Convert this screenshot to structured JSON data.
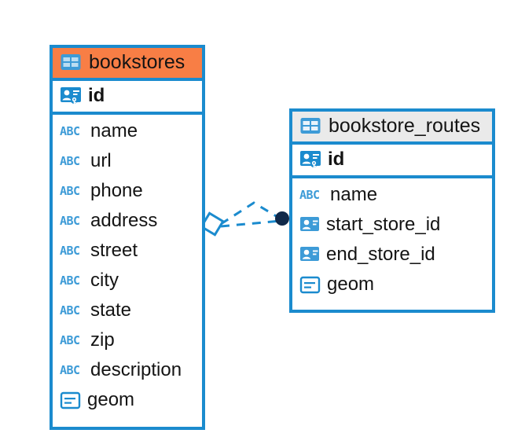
{
  "diagram": {
    "type": "entity-relationship-diagram",
    "background_color": "#FFFFFF",
    "accent_color": "#1B8BCE",
    "highlight_color": "#F87E45",
    "header_gray": "#EAEAEA",
    "icon_blue": "#3D9BD7"
  },
  "entities": [
    {
      "id": "bookstores",
      "title": "bookstores",
      "header_style": "accent-orange",
      "table_icon": "table-icon",
      "primary_key": {
        "label": "id",
        "icon": "primary-key-icon"
      },
      "fields": [
        {
          "label": "name",
          "icon": "abc-icon",
          "icon_text": "ABC"
        },
        {
          "label": "url",
          "icon": "abc-icon",
          "icon_text": "ABC"
        },
        {
          "label": "phone",
          "icon": "abc-icon",
          "icon_text": "ABC"
        },
        {
          "label": "address",
          "icon": "abc-icon",
          "icon_text": "ABC"
        },
        {
          "label": "street",
          "icon": "abc-icon",
          "icon_text": "ABC"
        },
        {
          "label": "city",
          "icon": "abc-icon",
          "icon_text": "ABC"
        },
        {
          "label": "state",
          "icon": "abc-icon",
          "icon_text": "ABC"
        },
        {
          "label": "zip",
          "icon": "abc-icon",
          "icon_text": "ABC"
        },
        {
          "label": "description",
          "icon": "abc-icon",
          "icon_text": "ABC"
        },
        {
          "label": "geom",
          "icon": "geometry-icon"
        }
      ]
    },
    {
      "id": "bookstore_routes",
      "title": "bookstore_routes",
      "header_style": "accent-gray",
      "table_icon": "table-icon",
      "primary_key": {
        "label": "id",
        "icon": "primary-key-icon"
      },
      "fields": [
        {
          "label": "name",
          "icon": "abc-icon",
          "icon_text": "ABC"
        },
        {
          "label": "start_store_id",
          "icon": "foreign-key-icon"
        },
        {
          "label": "end_store_id",
          "icon": "foreign-key-icon"
        },
        {
          "label": "geom",
          "icon": "geometry-icon"
        }
      ]
    }
  ],
  "relationship": {
    "from_entity": "bookstores",
    "to_entity": "bookstore_routes",
    "line_style": "dashed",
    "line_color": "#1B8BCE",
    "source_marker": "diamond",
    "target_marker": "filled-circle",
    "target_marker_color": "#10294A"
  }
}
